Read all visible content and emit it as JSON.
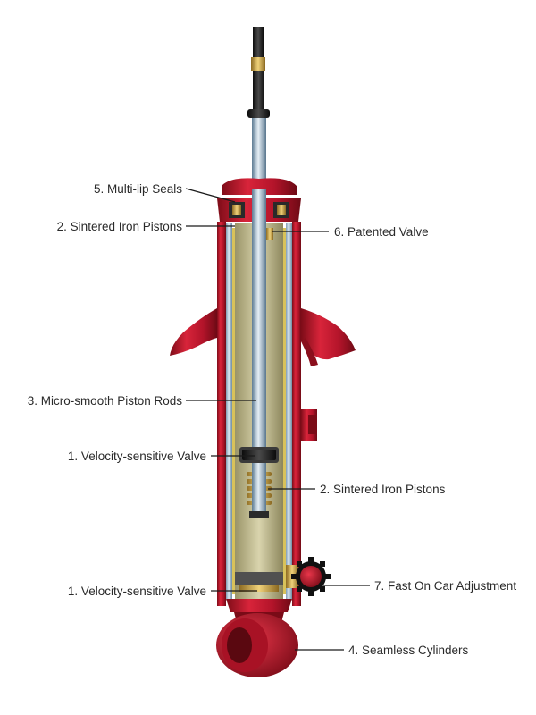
{
  "diagram": {
    "subject": "shock-absorber-cutaway",
    "callouts": {
      "multi_lip_seals": "5. Multi-lip Seals",
      "sintered_iron_pistons_top": "2. Sintered Iron Pistons",
      "patented_valve": "6. Patented Valve",
      "micro_smooth_piston_rods": "3. Micro-smooth Piston Rods",
      "velocity_sensitive_valve_upper": "1. Velocity-sensitive Valve",
      "sintered_iron_pistons_lower": "2. Sintered Iron Pistons",
      "fast_on_car_adjustment": "7. Fast On Car Adjustment",
      "velocity_sensitive_valve_lower": "1. Velocity-sensitive Valve",
      "seamless_cylinders": "4. Seamless Cylinders"
    },
    "colors": {
      "body_red": "#c4182b",
      "body_red_dark": "#8a0f1c",
      "tube_blue": "#a9c3d6",
      "oil_olive": "#c9c49a",
      "brass": "#c8a24a",
      "rod_black": "#1c1c1c",
      "leader_line": "#1a1a1a"
    }
  }
}
